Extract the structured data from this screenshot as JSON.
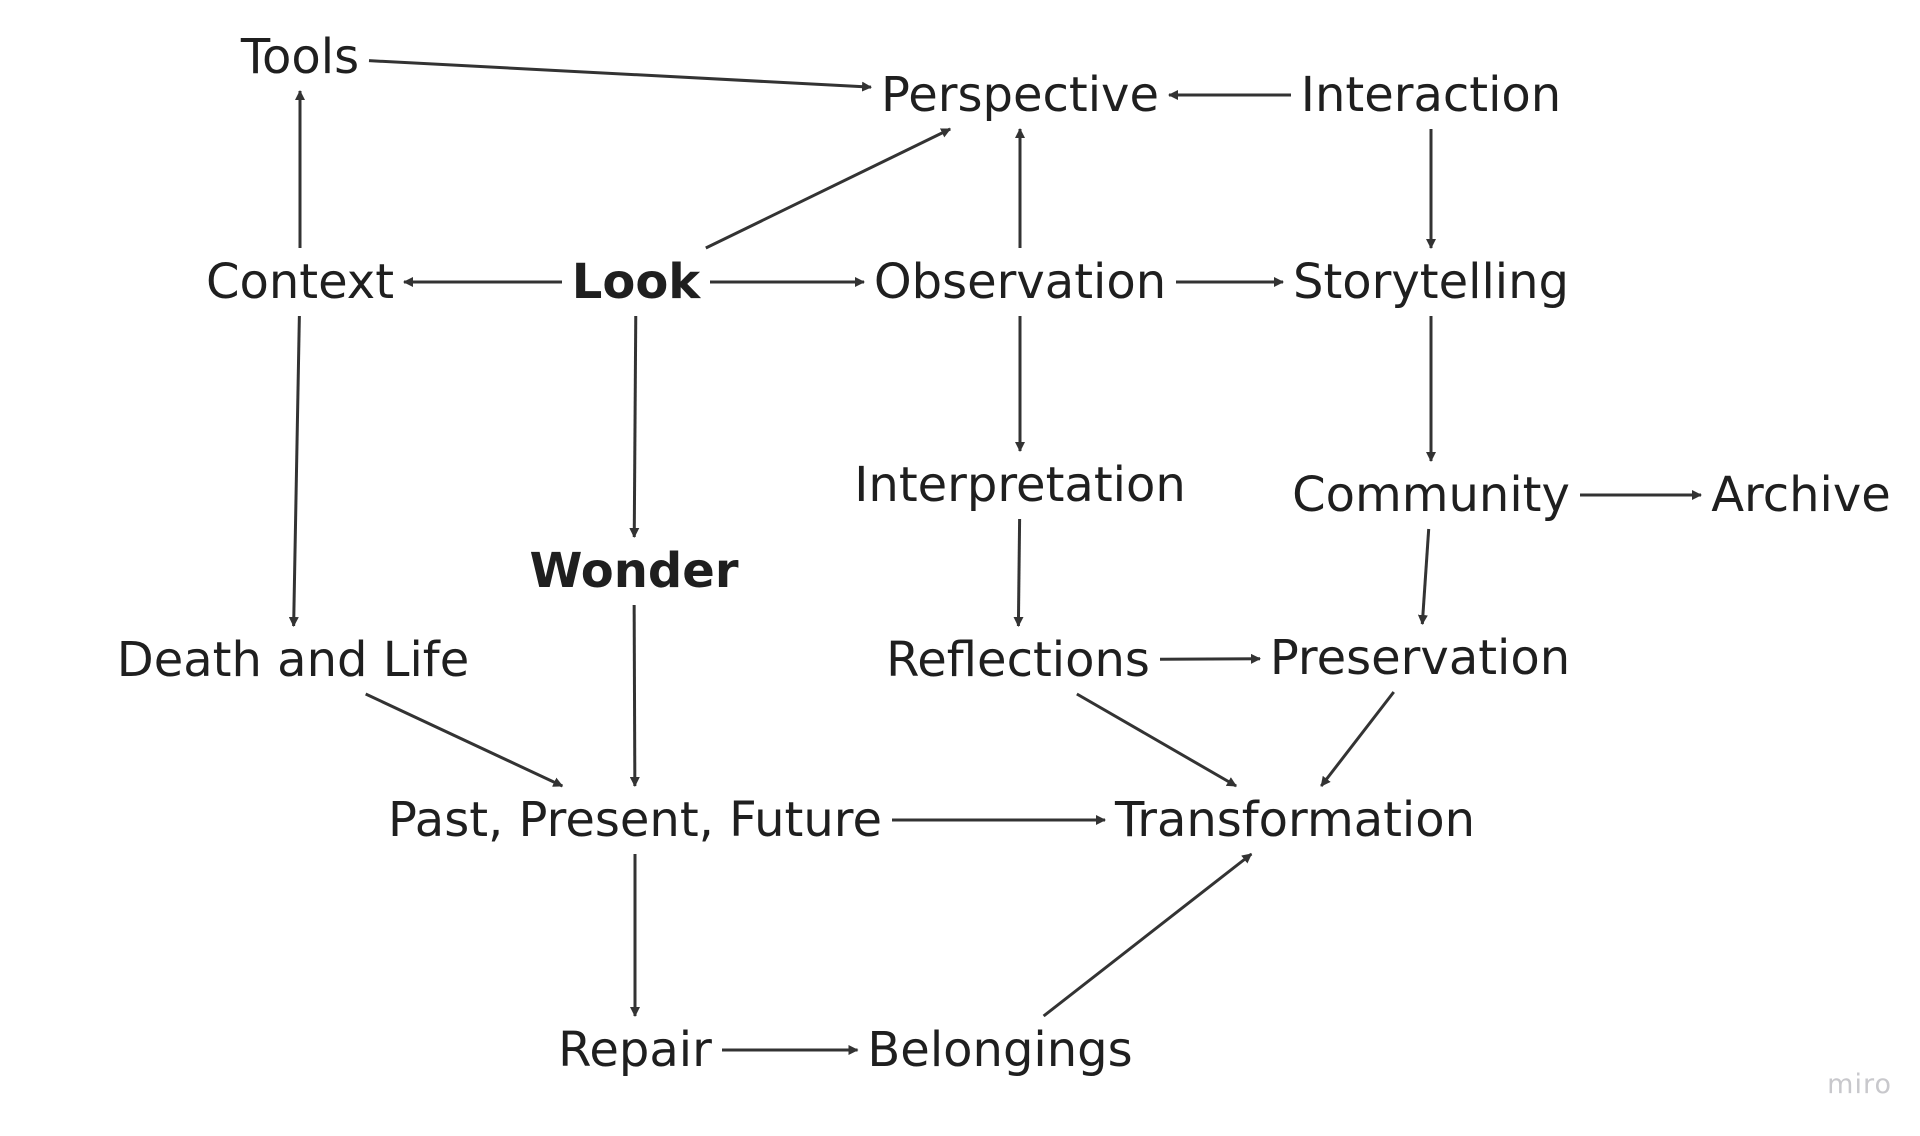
{
  "diagram": {
    "nodes": {
      "tools": "Tools",
      "perspective": "Perspective",
      "interaction": "Interaction",
      "context": "Context",
      "look": "Look",
      "observation": "Observation",
      "storytelling": "Storytelling",
      "interpretation": "Interpretation",
      "community": "Community",
      "archive": "Archive",
      "wonder": "Wonder",
      "death_and_life": "Death and Life",
      "reflections": "Reflections",
      "preservation": "Preservation",
      "past_present_future": "Past, Present, Future",
      "transformation": "Transformation",
      "repair": "Repair",
      "belongings": "Belongings"
    },
    "edges": [
      {
        "from": "tools",
        "to": "perspective"
      },
      {
        "from": "look",
        "to": "perspective"
      },
      {
        "from": "interaction",
        "to": "perspective"
      },
      {
        "from": "observation",
        "to": "perspective"
      },
      {
        "from": "context",
        "to": "tools"
      },
      {
        "from": "look",
        "to": "context"
      },
      {
        "from": "look",
        "to": "observation"
      },
      {
        "from": "observation",
        "to": "storytelling"
      },
      {
        "from": "interaction",
        "to": "storytelling"
      },
      {
        "from": "look",
        "to": "wonder"
      },
      {
        "from": "context",
        "to": "death_and_life"
      },
      {
        "from": "observation",
        "to": "interpretation"
      },
      {
        "from": "storytelling",
        "to": "community"
      },
      {
        "from": "community",
        "to": "archive"
      },
      {
        "from": "community",
        "to": "preservation"
      },
      {
        "from": "interpretation",
        "to": "reflections"
      },
      {
        "from": "reflections",
        "to": "preservation"
      },
      {
        "from": "reflections",
        "to": "transformation"
      },
      {
        "from": "preservation",
        "to": "transformation"
      },
      {
        "from": "wonder",
        "to": "past_present_future"
      },
      {
        "from": "death_and_life",
        "to": "past_present_future"
      },
      {
        "from": "past_present_future",
        "to": "transformation"
      },
      {
        "from": "past_present_future",
        "to": "repair"
      },
      {
        "from": "repair",
        "to": "belongings"
      },
      {
        "from": "belongings",
        "to": "transformation"
      }
    ]
  },
  "watermark": "miro"
}
